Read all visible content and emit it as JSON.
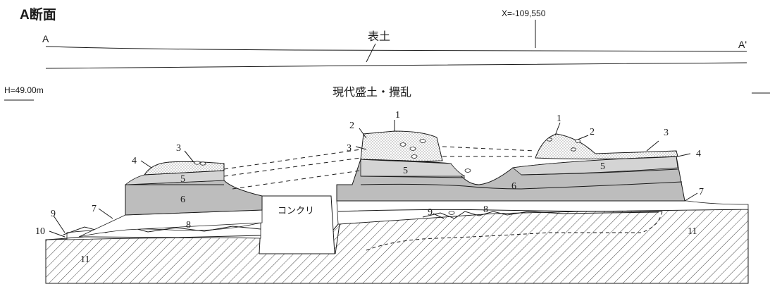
{
  "section_title": "A断面",
  "coordinate_label": "X=-109,550",
  "endpoint_left": "A",
  "endpoint_right": "A'",
  "topsoil_label": "表土",
  "datum_label": "H=49.00m",
  "disturbance_label": "現代盛土・攪乱",
  "concrete_label": "コンクリ",
  "layers": {
    "l1a": "1",
    "l1b": "1",
    "l2a": "2",
    "l2b": "2",
    "l3a": "3",
    "l3b": "3",
    "l3c": "3",
    "l4a": "4",
    "l4b": "4",
    "l5a": "5",
    "l5b": "5",
    "l5c": "5",
    "l6a": "6",
    "l6b": "6",
    "l7a": "7",
    "l7b": "7",
    "l8a": "8",
    "l8b": "8",
    "l9a": "9",
    "l9b": "9",
    "l10": "10",
    "l11a": "11",
    "l11b": "11"
  },
  "colors": {
    "layer6_fill": "#bdbdbd",
    "layer5_fill": "#d4d4d4",
    "line": "#1a1a1a"
  }
}
